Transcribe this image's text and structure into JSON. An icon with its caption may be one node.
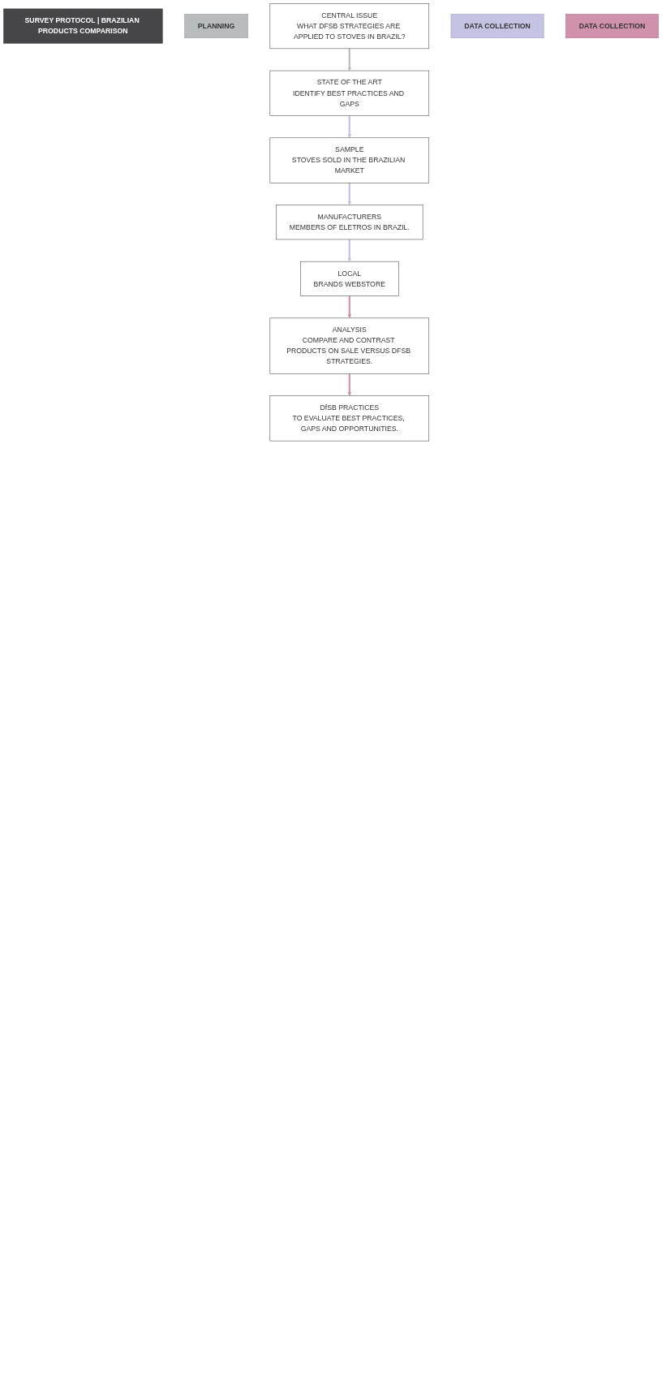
{
  "diagram": {
    "nodes": [
      {
        "text": [
          "SURVEY PROTOCOL | BRAZILIAN PRODUCTS COMPARISON"
        ]
      },
      {
        "text": [
          "PLANNING"
        ]
      },
      {
        "text": [
          "CENTRAL ISSUE",
          "WHAT DFSB STRATEGIES ARE APPLIED TO STOVES IN BRAZIL?"
        ]
      },
      {
        "text": [
          "STATE OF THE ART",
          "IDENTIFY BEST PRACTICES AND GAPS"
        ]
      },
      {
        "text": [
          "DATA COLLECTION"
        ]
      },
      {
        "text": [
          "SAMPLE",
          "STOVES SOLD IN THE BRAZILIAN MARKET"
        ]
      },
      {
        "text": [
          "MANUFACTURERS",
          "MEMBERS OF ELETROS IN BRAZIL."
        ]
      },
      {
        "text": [
          "LOCAL",
          "BRANDS WEBSTORE"
        ]
      },
      {
        "text": [
          "DATA COLLECTION"
        ]
      },
      {
        "text": [
          "ANALYSIS",
          "COMPARE AND CONTRAST PRODUCTS ON SALE VERSUS DFSB STRATEGIES."
        ]
      },
      {
        "text": [
          "DfSB PRACTICES",
          "TO EVALUATE BEST PRACTICES, GAPS AND OPPORTUNITIES."
        ]
      }
    ],
    "edges": [
      {
        "from": 2,
        "to": 3,
        "arrow": "to",
        "color": "#b9bcbd"
      },
      {
        "from": 3,
        "to": 5,
        "arrow": "to",
        "color": "#c5c3e3"
      },
      {
        "from": 5,
        "to": 6,
        "arrow": "to",
        "color": "#c5c3e3"
      },
      {
        "from": 6,
        "to": 7,
        "arrow": "to",
        "color": "#c5c3e3"
      },
      {
        "from": 7,
        "to": 9,
        "arrow": "to",
        "color": "#cf91ab"
      },
      {
        "from": 9,
        "to": 10,
        "arrow": "to",
        "color": "#cf91ab"
      }
    ]
  }
}
